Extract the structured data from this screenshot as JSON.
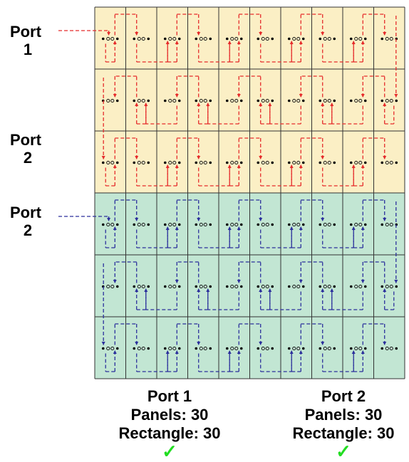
{
  "grid": {
    "rows": 6,
    "cols": 10
  },
  "sections": [
    {
      "name": "port-1-section",
      "color": "#fbefc5",
      "line_color": "#e52b2b"
    },
    {
      "name": "port-2-section",
      "color": "#c2e6d3",
      "line_color": "#2b2f9c"
    }
  ],
  "port_labels": [
    {
      "line1": "Port",
      "line2": "1"
    },
    {
      "line1": "Port",
      "line2": "2"
    },
    {
      "line1": "Port",
      "line2": "2"
    }
  ],
  "summaries": [
    {
      "port": "Port 1",
      "panels": "Panels: 30",
      "rectangle": "Rectangle: 30",
      "check": "✓"
    },
    {
      "port": "Port 2",
      "panels": "Panels: 30",
      "rectangle": "Rectangle: 30",
      "check": "✓"
    }
  ],
  "colors": {
    "grid_line": "#333333",
    "check": "#22dd22"
  }
}
